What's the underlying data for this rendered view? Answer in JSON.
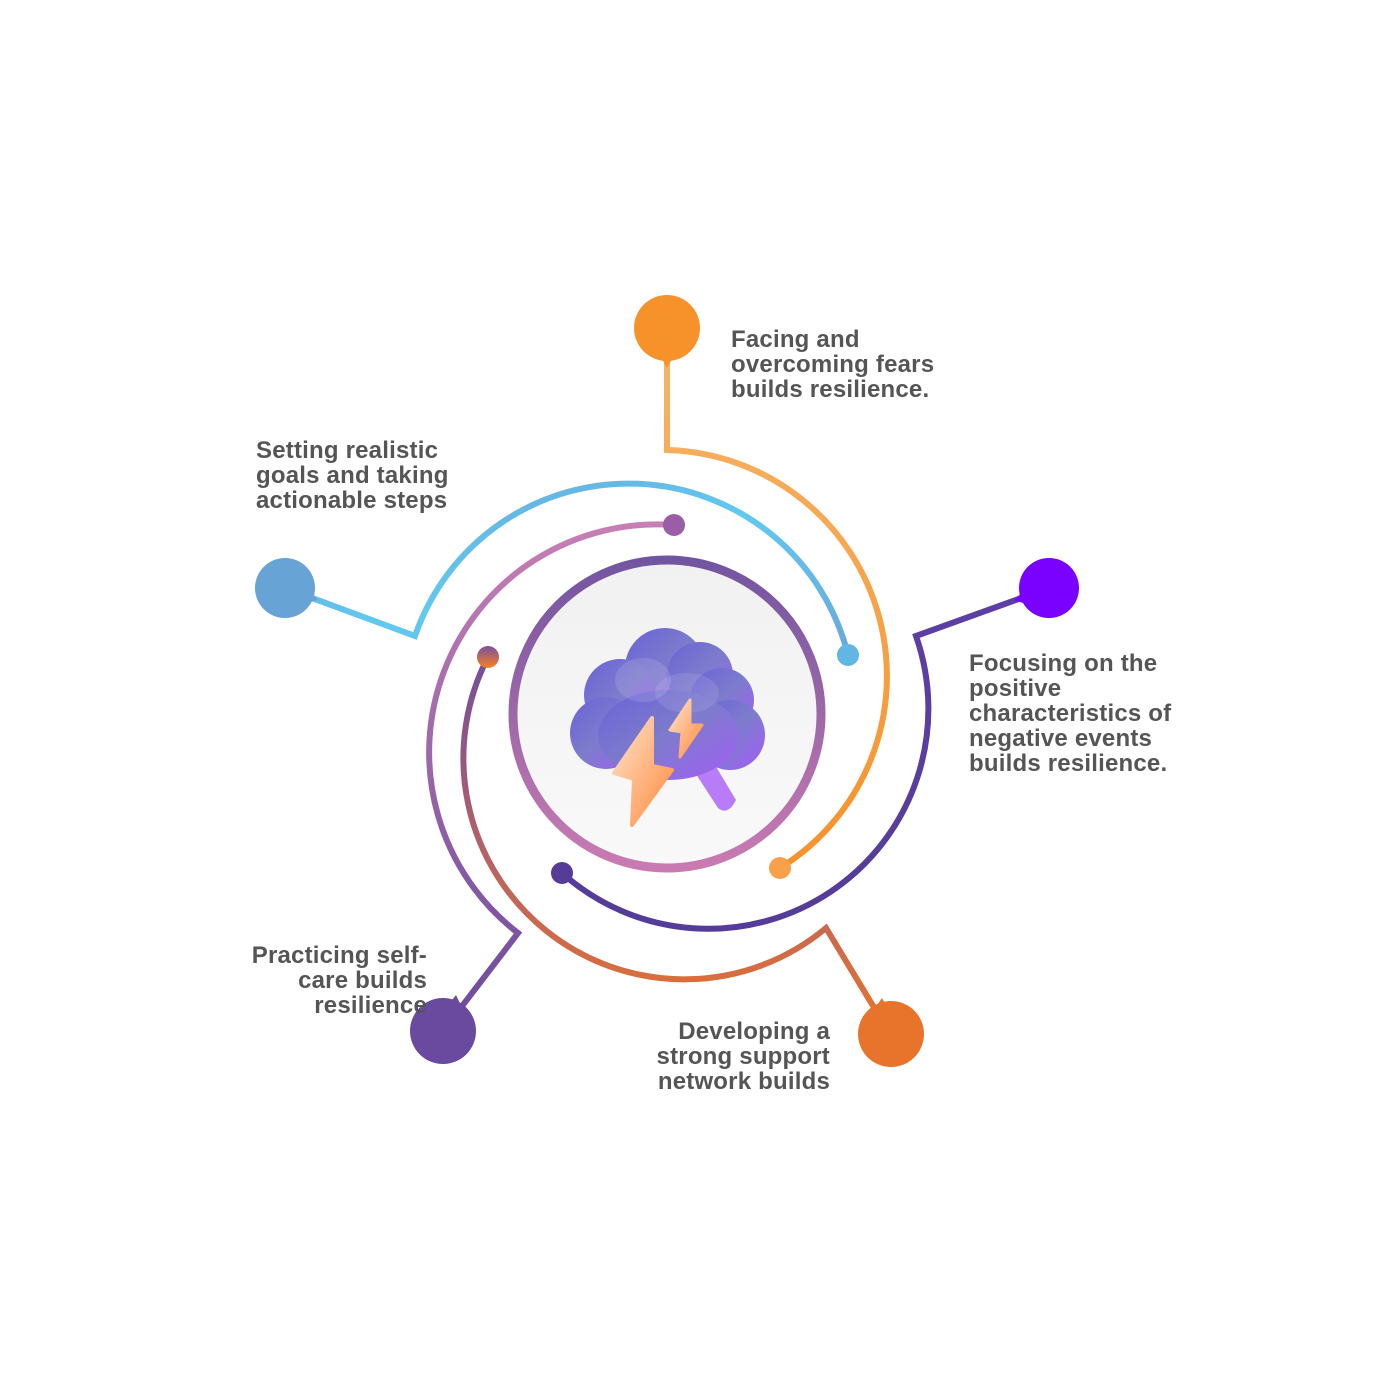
{
  "center": {
    "icon": "storm-cloud-lightning-icon"
  },
  "items": [
    {
      "id": "fears",
      "lines": [
        "Facing and",
        "overcoming fears",
        "builds resilience."
      ],
      "color": "#f7922a"
    },
    {
      "id": "goals",
      "lines": [
        "Setting realistic",
        "goals and taking",
        "actionable steps"
      ],
      "color": "#68a3d6"
    },
    {
      "id": "positive",
      "lines": [
        "Focusing on the",
        "positive",
        "characteristics of",
        "negative events",
        "builds resilience."
      ],
      "color": "#7a00ff"
    },
    {
      "id": "self-care",
      "lines": [
        "Practicing self-",
        "care builds",
        "resilience"
      ],
      "color": "#6a4a9e"
    },
    {
      "id": "support",
      "lines": [
        "Developing a",
        "strong support",
        "network builds"
      ],
      "color": "#e8742c"
    }
  ]
}
